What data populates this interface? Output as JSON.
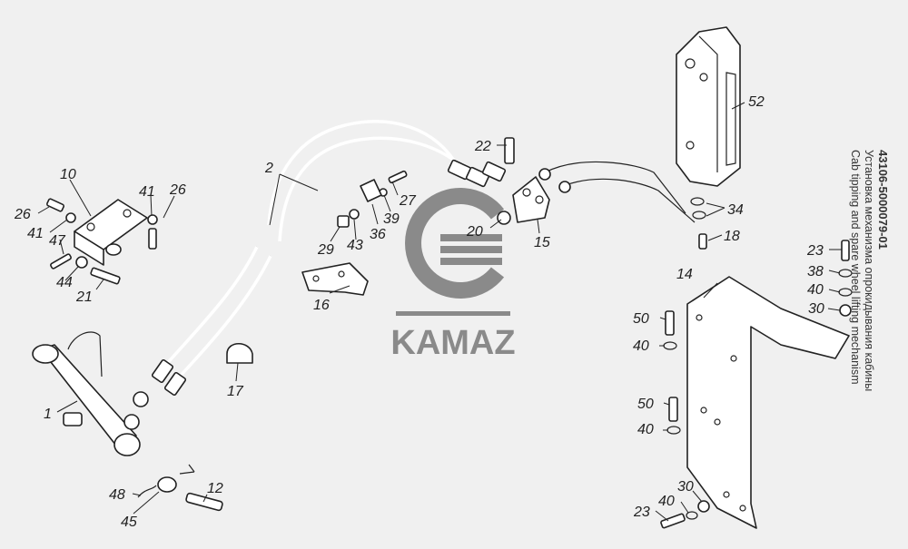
{
  "caption": {
    "code": "43106-5000079-01",
    "title_ru": "Установка механизма опрокидывания кабины",
    "title_en": "Cab tipping and spare wheel lifting mechanism"
  },
  "logo": {
    "text": "KAMAZ",
    "color": "#8a8a8a"
  },
  "callouts": {
    "c1": "1",
    "c2": "2",
    "c10": "10",
    "c12": "12",
    "c14": "14",
    "c15": "15",
    "c16": "16",
    "c17": "17",
    "c18": "18",
    "c20": "20",
    "c21": "21",
    "c22": "22",
    "c23a": "23",
    "c23b": "23",
    "c26a": "26",
    "c26b": "26",
    "c27": "27",
    "c29": "29",
    "c30a": "30",
    "c30b": "30",
    "c34": "34",
    "c36": "36",
    "c38": "38",
    "c39": "39",
    "c40a": "40",
    "c40b": "40",
    "c40c": "40",
    "c40d": "40",
    "c41a": "41",
    "c41b": "41",
    "c43": "43",
    "c44": "44",
    "c45": "45",
    "c47": "47",
    "c48": "48",
    "c50a": "50",
    "c50b": "50",
    "c52": "52"
  }
}
